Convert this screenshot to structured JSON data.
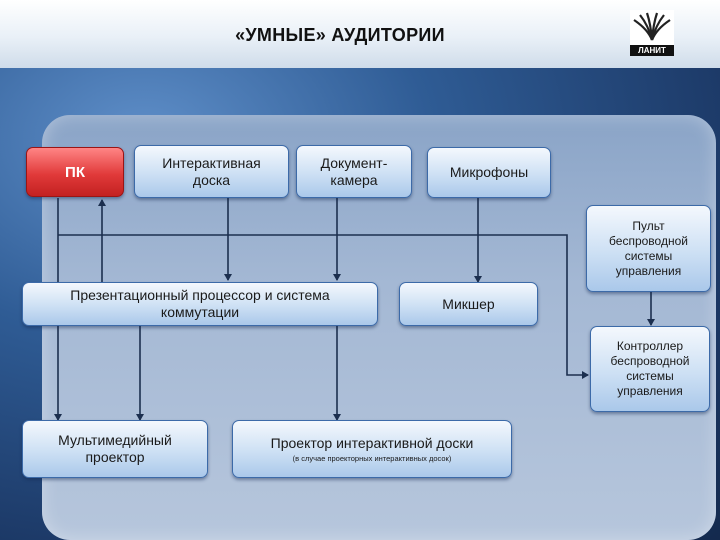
{
  "header": {
    "title": "«УМНЫЕ» АУДИТОРИИ"
  },
  "logo": {
    "text": "ЛАНИТ"
  },
  "diagram": {
    "pc": "ПК",
    "interactive_board": "Интерактивная доска",
    "document_camera": "Документ-камера",
    "microphones": "Микрофоны",
    "remote": "Пульт беспроводной системы управления",
    "processor": "Презентационный процессор и система коммутации",
    "mixer": "Микшер",
    "controller": "Контроллер беспроводной системы управления",
    "projector": "Мультимедийный проектор",
    "board_projector": "Проектор интерактивной доски",
    "board_projector_note": "(в случае проекторных интерактивных досок)"
  }
}
